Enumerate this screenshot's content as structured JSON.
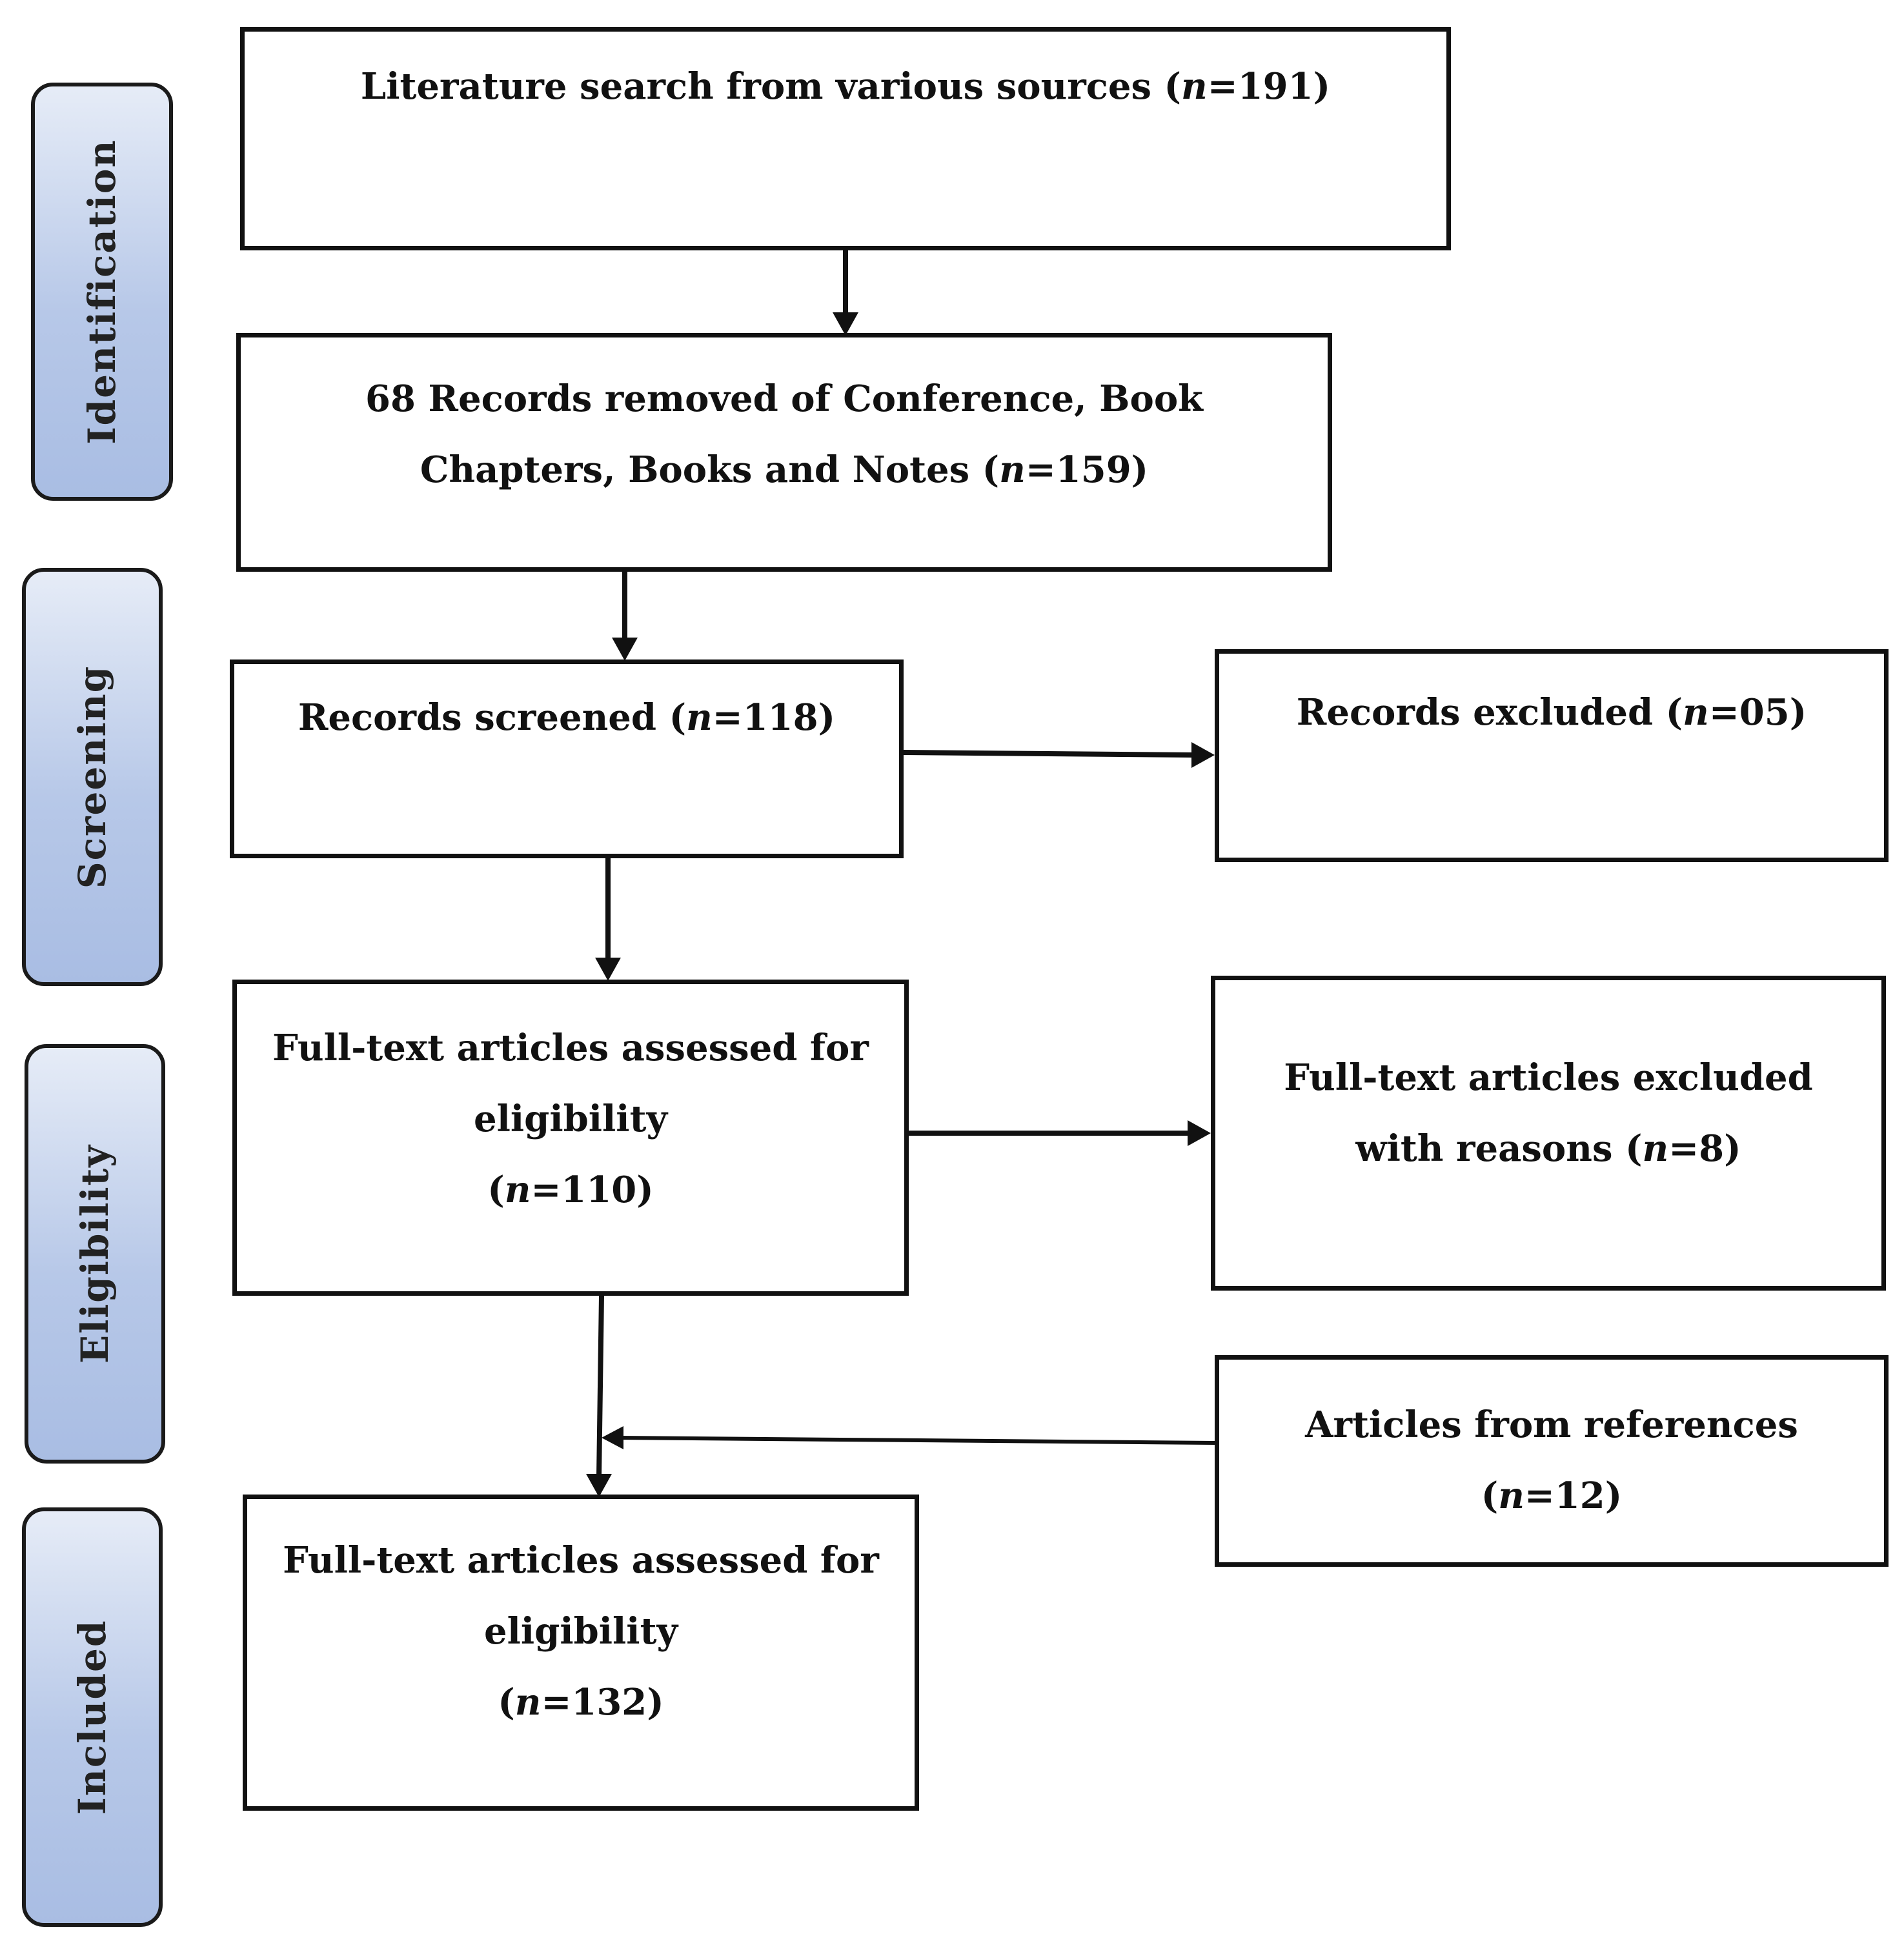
{
  "stages": {
    "identification": "Identification",
    "screening": "Screening",
    "eligibility": "Eligibility",
    "included": "Included"
  },
  "boxes": {
    "search": {
      "line1": "Literature search from various sources (",
      "n_var": "n",
      "n_val": "=191)"
    },
    "removed": {
      "line1": "68 Records removed of Conference, Book",
      "line2": "Chapters, Books and Notes (",
      "n_var": "n",
      "n_val": "=159)"
    },
    "screened": {
      "line1": "Records screened (",
      "n_var": "n",
      "n_val": "=118)"
    },
    "excluded": {
      "line1": "Records excluded (",
      "n_var": "n",
      "n_val": "=05)"
    },
    "assessed": {
      "line1": "Full-text articles assessed for",
      "line2": "eligibility",
      "line3_open": "(",
      "n_var": "n",
      "n_val": "=110)"
    },
    "fulltext_excluded": {
      "line1": "Full-text articles excluded",
      "line2": "with reasons (",
      "n_var": "n",
      "n_val": "=8)"
    },
    "references": {
      "line1": "Articles from references",
      "line2_open": "(",
      "n_var": "n",
      "n_val": "=12)"
    },
    "included": {
      "line1": "Full-text articles assessed for",
      "line2": "eligibility",
      "line3_open": "(",
      "n_var": "n",
      "n_val": "=132)"
    }
  }
}
